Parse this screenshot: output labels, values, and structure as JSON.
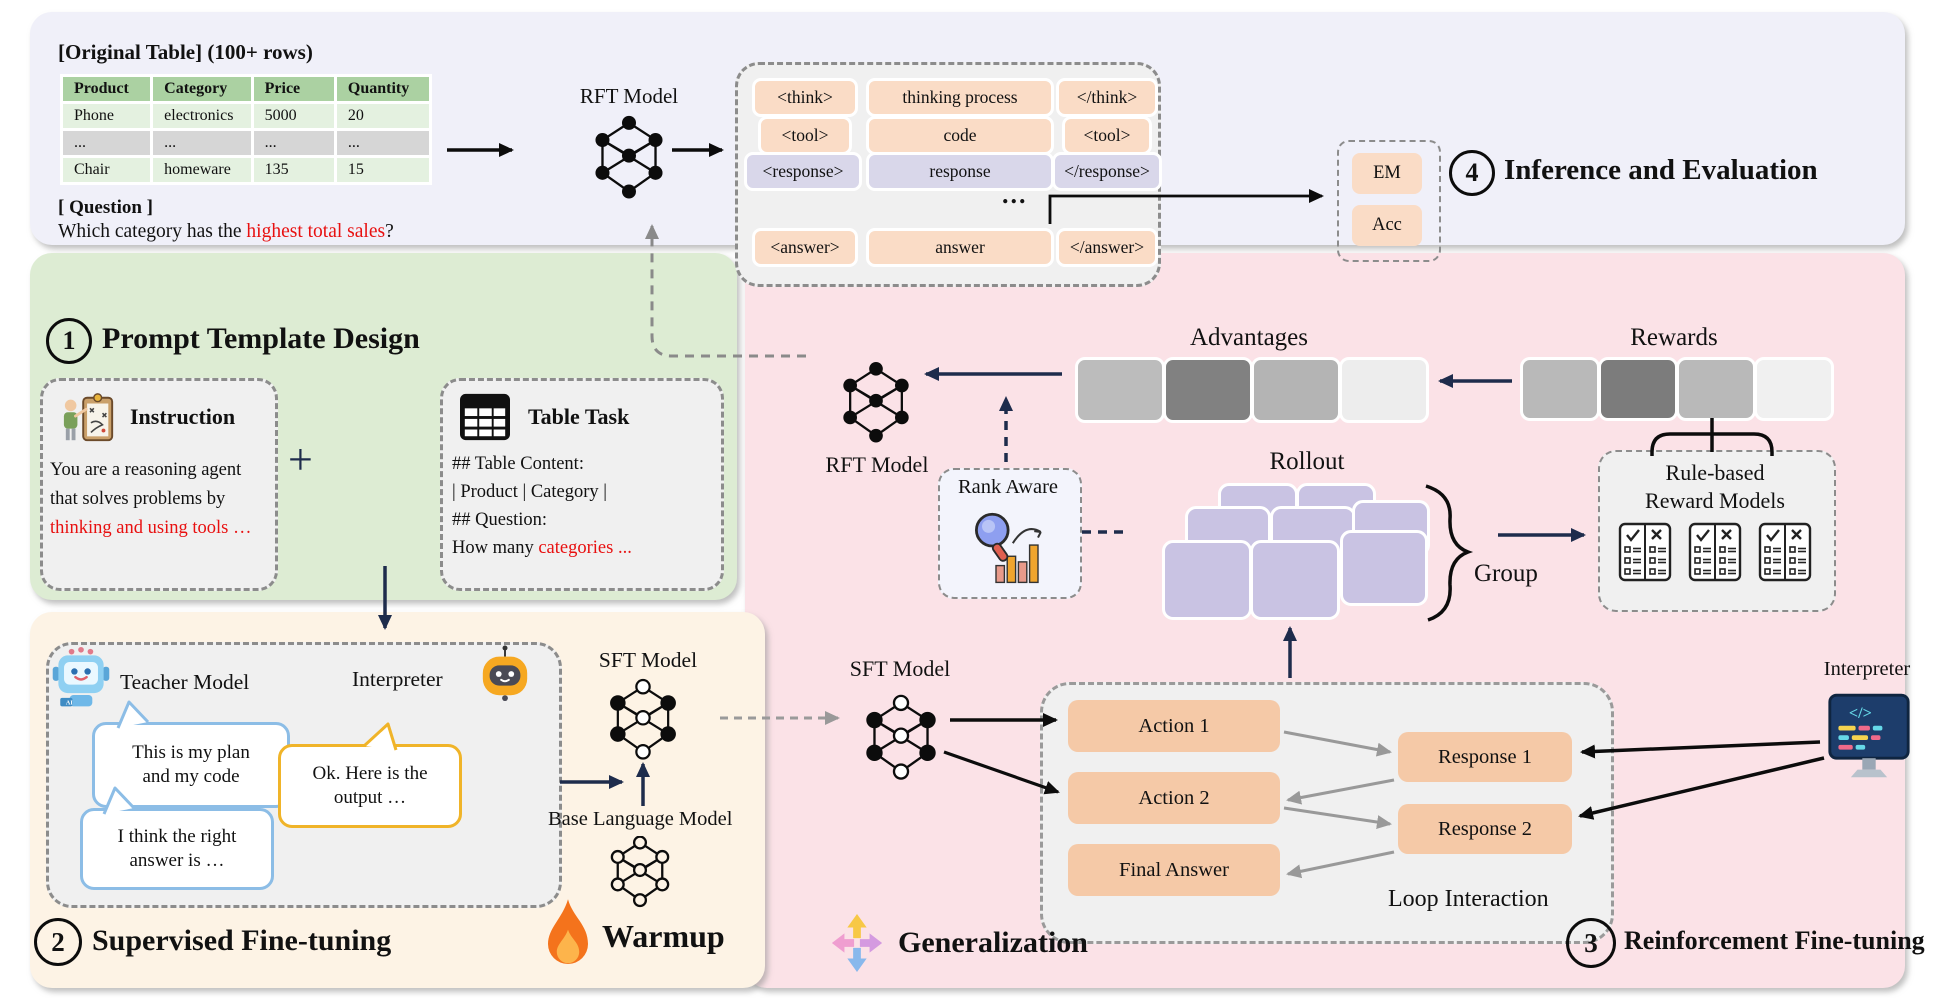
{
  "top": {
    "table_title": "[Original Table] (100+ rows)",
    "table": {
      "headers": [
        "Product",
        "Category",
        "Price",
        "Quantity"
      ],
      "rows": [
        [
          "Phone",
          "electronics",
          "5000",
          "20"
        ],
        [
          "...",
          "...",
          "...",
          "..."
        ],
        [
          "Chair",
          "homeware",
          "135",
          "15"
        ]
      ]
    },
    "question_label": "[ Question ]",
    "question_prefix": "Which category has the ",
    "question_highlight": "highest total sales",
    "question_suffix": "?",
    "rft_model_label": "RFT Model",
    "tags": {
      "think_open": "<think>",
      "think_body": "thinking process",
      "think_close": "</think>",
      "tool_open": "<tool>",
      "tool_body": "code",
      "tool_close": "<tool>",
      "resp_open": "<response>",
      "resp_body": "response",
      "resp_close": "</response>",
      "dots": "...",
      "ans_open": "<answer>",
      "ans_body": "answer",
      "ans_close": "</answer>"
    },
    "em_label": "EM",
    "acc_label": "Acc",
    "step_num": "4",
    "step_title": "Inference and Evaluation"
  },
  "prompt": {
    "step_num": "1",
    "title": "Prompt Template Design",
    "plus": "+",
    "instruction": {
      "title": "Instruction",
      "line1": "You are a reasoning agent",
      "line2": "that solves problems by",
      "line3": "thinking and using tools …"
    },
    "table_task": {
      "title": "Table Task",
      "line1": "## Table Content:",
      "line2": "| Product | Category |",
      "line3": "## Question:",
      "line4_prefix": "How many ",
      "line4_highlight": "categories ..."
    }
  },
  "sft": {
    "step_num": "2",
    "title": "Supervised Fine-tuning",
    "teacher_label": "Teacher Model",
    "interpreter_label": "Interpreter",
    "ai_badge": "AI",
    "bubble1_line1": "This is my plan",
    "bubble1_line2": "and my code",
    "bubble2_line1": "I think the right",
    "bubble2_line2": "answer is …",
    "bubble3_line1": "Ok. Here is the",
    "bubble3_line2": "output …",
    "sft_model_label": "SFT Model",
    "base_model_label": "Base Language Model",
    "warmup_label": "Warmup"
  },
  "rft": {
    "step_num": "3",
    "title": "Reinforcement Fine-tuning",
    "rft_model_label": "RFT Model",
    "advantages_label": "Advantages",
    "rewards_label": "Rewards",
    "rank_aware_label": "Rank Aware",
    "rollout_label": "Rollout",
    "group_label": "Group",
    "rule_based_line1": "Rule-based",
    "rule_based_line2": "Reward Models",
    "sft_model_label": "SFT Model",
    "action1": "Action 1",
    "action2": "Action 2",
    "final_answer": "Final Answer",
    "response1": "Response 1",
    "response2": "Response 2",
    "loop_label": "Loop Interaction",
    "interpreter_label": "Interpreter",
    "code_glyph": "</>",
    "generalization_label": "Generalization"
  },
  "colors": {
    "top_panel": "#f0f0f9",
    "green_panel": "#ddecd3",
    "cream_panel": "#fdf3e5",
    "pink_panel": "#fbe2e7",
    "peach_pill": "#fadcc6",
    "lavender_pill": "#d9d7ea",
    "action_pill": "#f5c9a7",
    "rollout_card": "#c9c3e3",
    "highlight_red": "#e81010",
    "arrow_navy": "#1e2c4c",
    "table_header_green": "#abd1a2"
  }
}
